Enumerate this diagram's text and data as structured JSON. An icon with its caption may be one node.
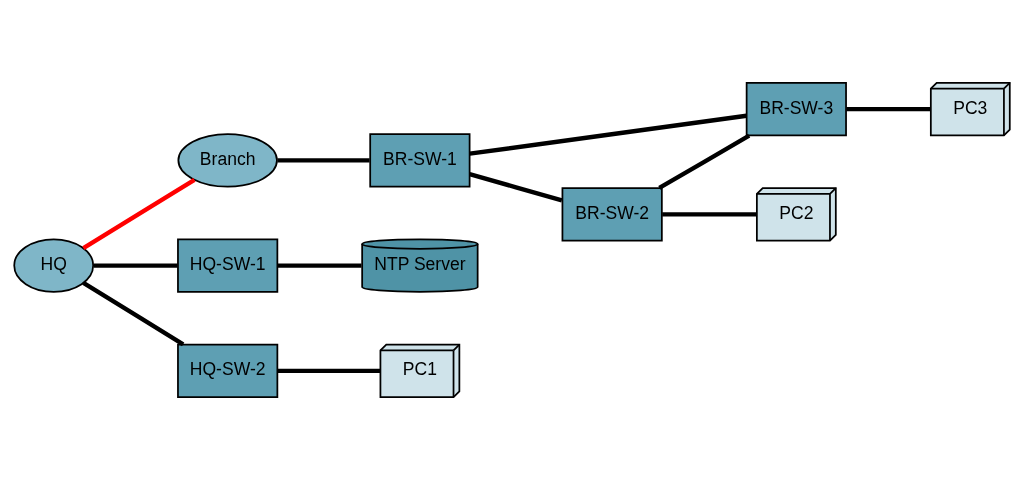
{
  "diagram": {
    "nodes": [
      {
        "text": [
          "HQ"
        ]
      },
      {
        "text": [
          "Branch"
        ]
      },
      {
        "text": [
          "HQ-SW-1"
        ]
      },
      {
        "text": [
          "HQ-SW-2"
        ]
      },
      {
        "text": [
          "NTP Server"
        ]
      },
      {
        "text": [
          "PC1"
        ]
      },
      {
        "text": [
          "BR-SW-1"
        ]
      },
      {
        "text": [
          "BR-SW-2"
        ]
      },
      {
        "text": [
          "BR-SW-3"
        ]
      },
      {
        "text": [
          "PC2"
        ]
      },
      {
        "text": [
          "PC3"
        ]
      }
    ],
    "edges": [
      {
        "from": 0,
        "to": 1,
        "arrow": "none",
        "color": "#ff0000"
      },
      {
        "from": 0,
        "to": 2,
        "arrow": "none"
      },
      {
        "from": 0,
        "to": 3,
        "arrow": "none"
      },
      {
        "from": 2,
        "to": 4,
        "arrow": "none"
      },
      {
        "from": 3,
        "to": 5,
        "arrow": "none"
      },
      {
        "from": 1,
        "to": 6,
        "arrow": "none"
      },
      {
        "from": 6,
        "to": 7,
        "arrow": "none"
      },
      {
        "from": 6,
        "to": 8,
        "arrow": "none"
      },
      {
        "from": 7,
        "to": 8,
        "arrow": "none"
      },
      {
        "from": 7,
        "to": 9,
        "arrow": "none"
      },
      {
        "from": 8,
        "to": 10,
        "arrow": "none"
      }
    ]
  }
}
